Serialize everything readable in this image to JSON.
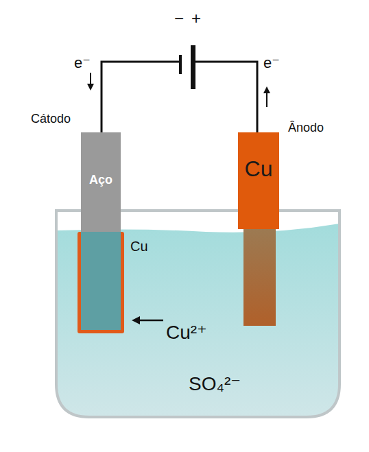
{
  "diagram": {
    "nodes": [
      {
        "text": [
          "Aço"
        ]
      },
      {
        "text": [
          "Cu"
        ]
      }
    ],
    "labels": [
      "−",
      "+",
      "e⁻",
      "e⁻",
      "Cátodo",
      "Ânodo",
      "Cu",
      "Cu²⁺",
      "SO₄²⁻"
    ]
  }
}
